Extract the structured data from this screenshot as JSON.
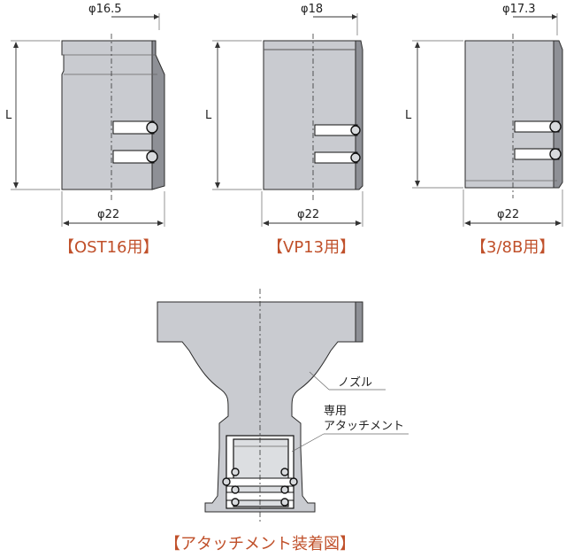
{
  "colors": {
    "caption": "#c0502a",
    "body": "#c9cbd0",
    "shadow": "#8e9096",
    "line": "#2a2a2a"
  },
  "parts": [
    {
      "caption": "【OST16用】",
      "top_diameter": "φ16.5",
      "bottom_diameter": "φ22",
      "length_label": "L"
    },
    {
      "caption": "【VP13用】",
      "top_diameter": "φ18",
      "bottom_diameter": "φ22",
      "length_label": "L"
    },
    {
      "caption": "【3/8B用】",
      "top_diameter": "φ17.3",
      "bottom_diameter": "φ22",
      "length_label": "L"
    }
  ],
  "assembly": {
    "caption": "【アタッチメント装着図】",
    "callout_nozzle": "ノズル",
    "callout_attachment_line1": "専用",
    "callout_attachment_line2": "アタッチメント"
  }
}
